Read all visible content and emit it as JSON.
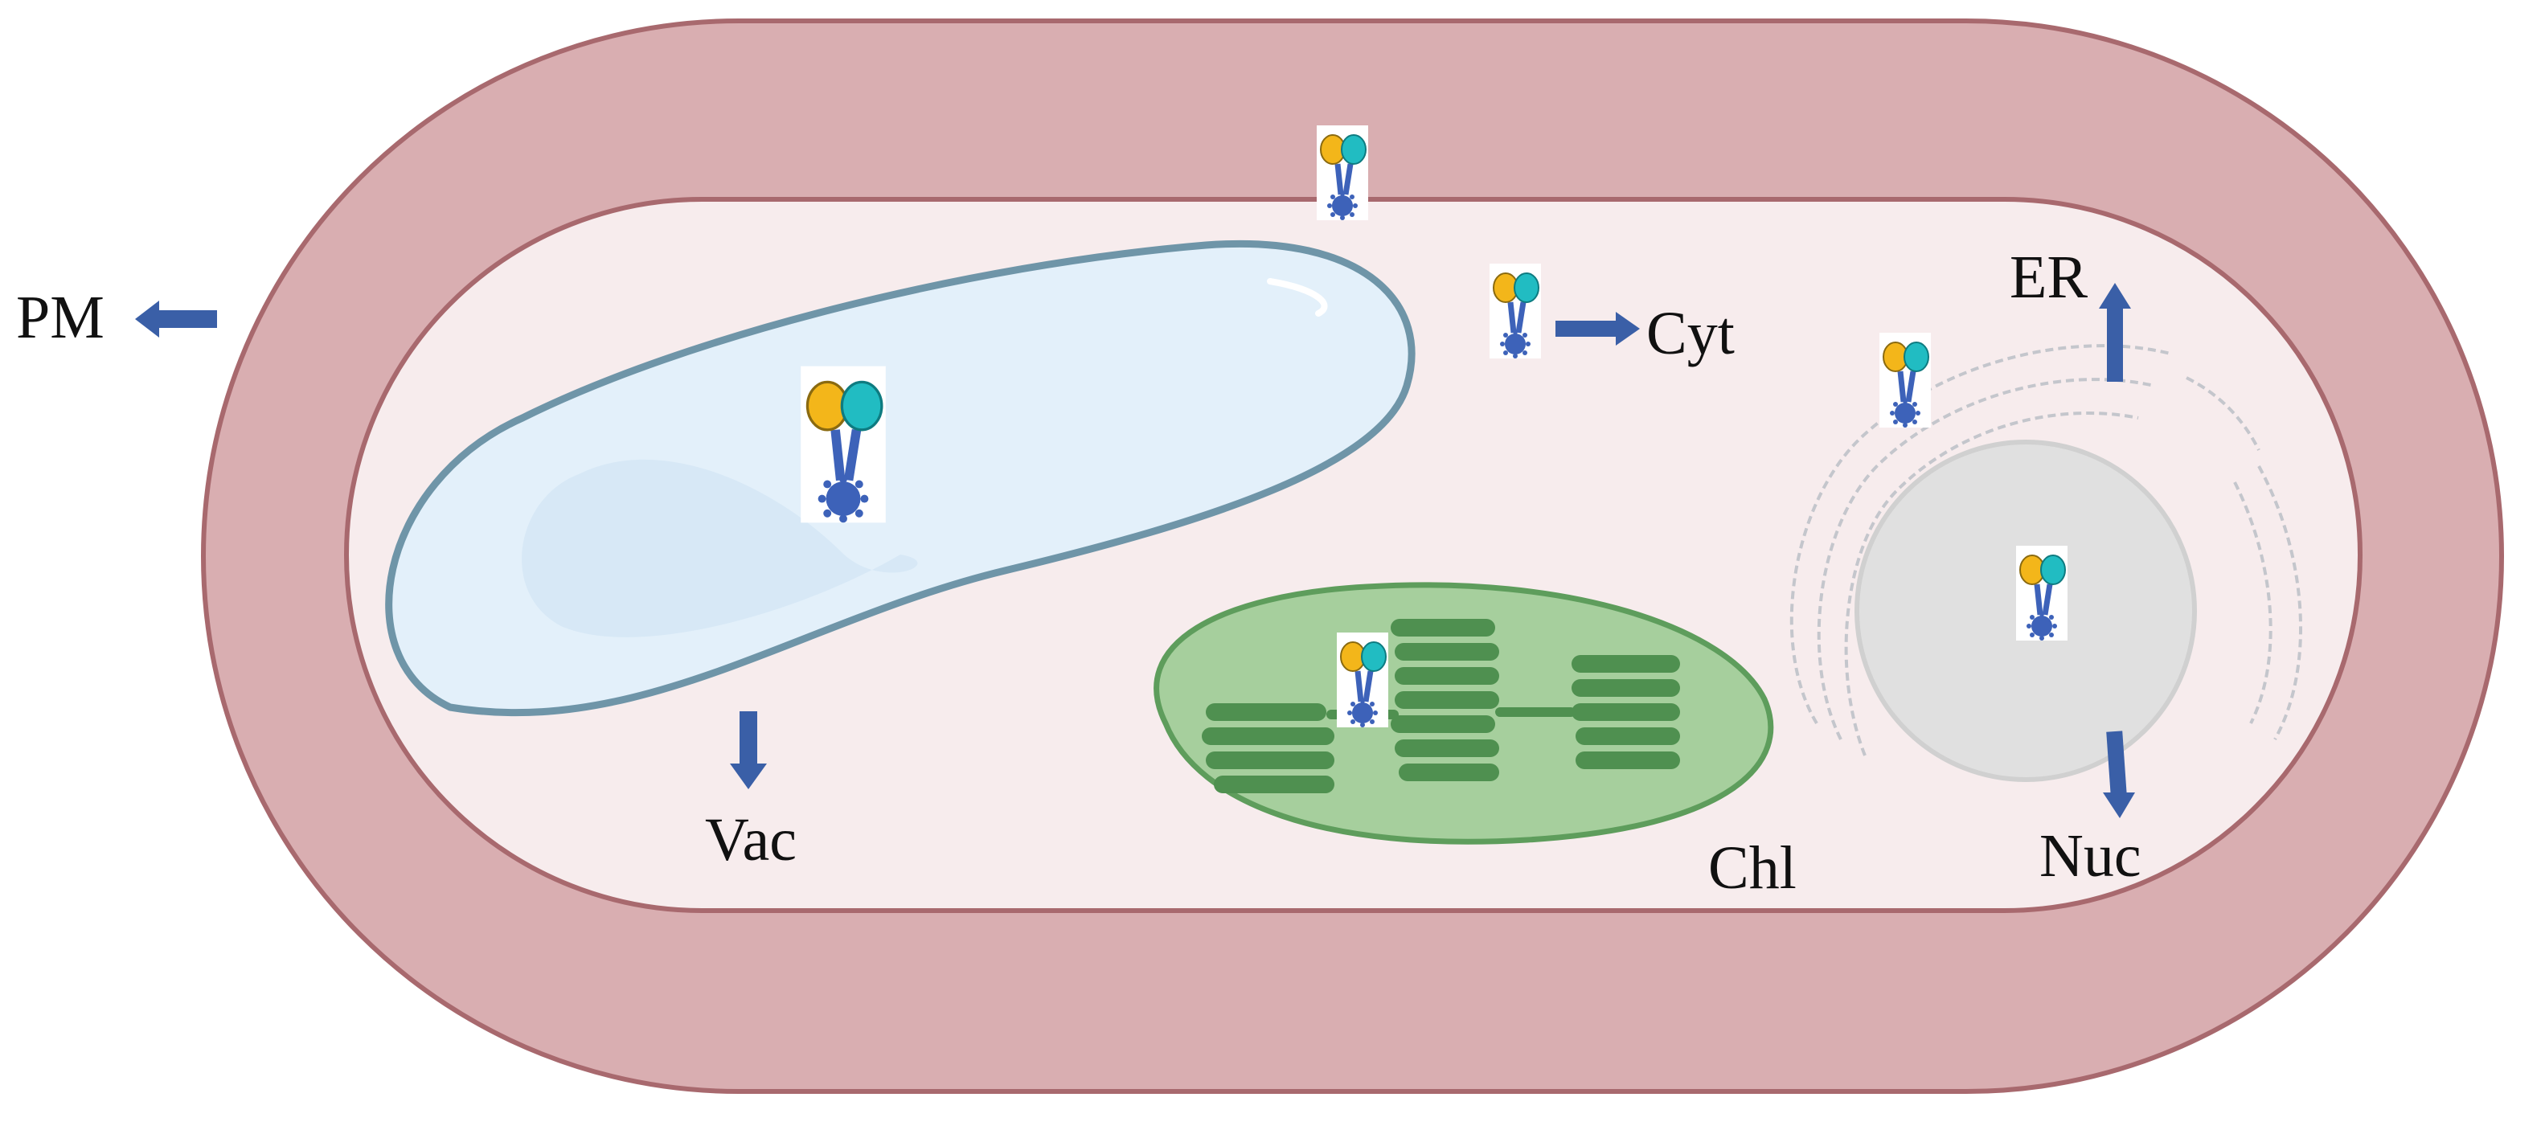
{
  "labels": {
    "pm": "PM",
    "cyt": "Cyt",
    "er": "ER",
    "vac": "Vac",
    "chl": "Chl",
    "nuc": "Nuc"
  },
  "colors": {
    "cell_wall": "#d9aeb1",
    "cell_wall_stroke": "#a8696e",
    "cytoplasm": "#f7eced",
    "vacuole": "#e3f0fa",
    "vacuole_stroke": "#6f95a8",
    "chloroplast": "#a6cf9d",
    "chloroplast_stroke": "#5e9d5c",
    "thylakoid": "#4f9050",
    "nucleus": "#e0e0e0",
    "er": "#ffffff",
    "arrow": "#3a5fa7",
    "protein_yellow": "#f3b61a",
    "protein_teal": "#21bcc2",
    "protein_blue": "#3d62b9"
  },
  "icons": {
    "protein": "protein-complex-icon",
    "arrow": "arrow-icon"
  }
}
